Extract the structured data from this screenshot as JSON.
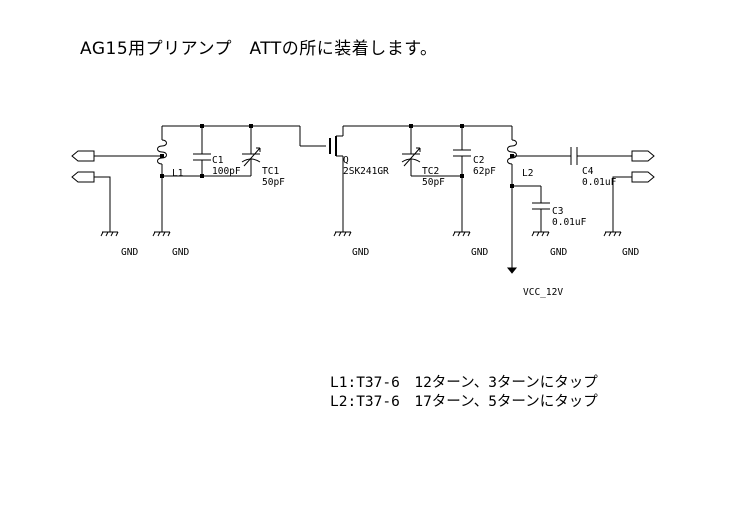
{
  "title": "AG15用プリアンプ　ATTの所に装着します。",
  "components": {
    "L1": "L1",
    "C1": {
      "ref": "C1",
      "value": "100pF"
    },
    "TC1": {
      "ref": "TC1",
      "value": "50pF"
    },
    "Q": {
      "ref": "Q",
      "value": "2SK241GR"
    },
    "TC2": {
      "ref": "TC2",
      "value": "50pF"
    },
    "C2": {
      "ref": "C2",
      "value": "62pF"
    },
    "L2": "L2",
    "C3": {
      "ref": "C3",
      "value": "0.01uF"
    },
    "C4": {
      "ref": "C4",
      "value": "0.01uF"
    }
  },
  "gnd_label": "GND",
  "vcc_label": "VCC_12V",
  "notes": [
    "L1:T37-6　12ターン、3ターンにタップ",
    "L2:T37-6　17ターン、5ターンにタップ"
  ]
}
